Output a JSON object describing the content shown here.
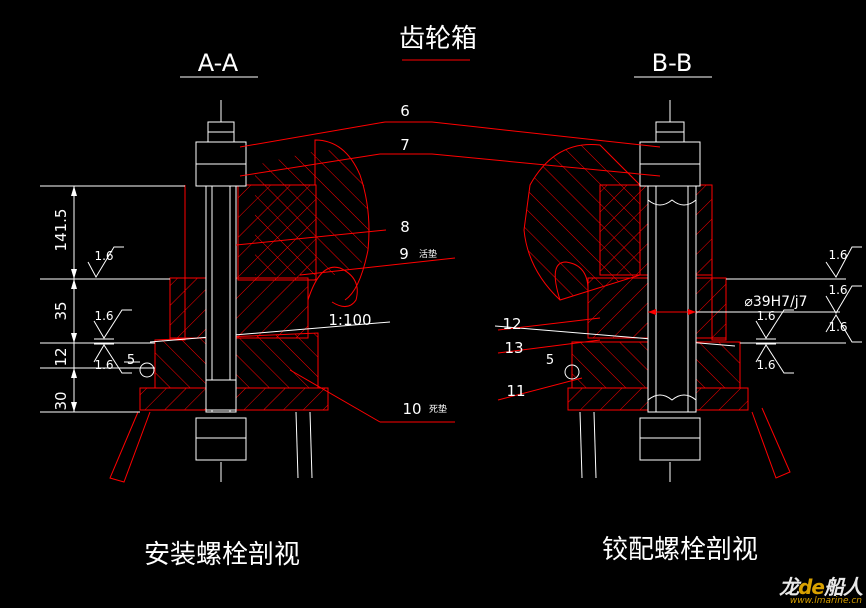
{
  "drawing": {
    "title": "齿轮箱",
    "section_left": "A-A",
    "section_right": "B-B",
    "caption_left": "安装螺栓剖视",
    "caption_right": "铰配螺栓剖视"
  },
  "dimensions": {
    "left": [
      "141.5",
      "35",
      "12",
      "30"
    ],
    "taper": "1:100",
    "fit": "⌀39H7/j7"
  },
  "roughness": {
    "value": "1.6"
  },
  "callouts": {
    "n5": "5",
    "n6": "6",
    "n7": "7",
    "n8": "8",
    "n9": "9",
    "n9_note": "活垫",
    "n10": "10",
    "n10_note": "死垫",
    "n11": "11",
    "n12": "12",
    "n13": "13"
  },
  "watermark": {
    "brand_a": "龙",
    "brand_b": "de",
    "brand_c": "船人",
    "url": "www.lmarine.cn"
  },
  "colors": {
    "background": "#000000",
    "outline": "#ff0000",
    "text": "#ffffff",
    "centerline": "#ffffff",
    "watermark_accent": "#d8a000"
  }
}
